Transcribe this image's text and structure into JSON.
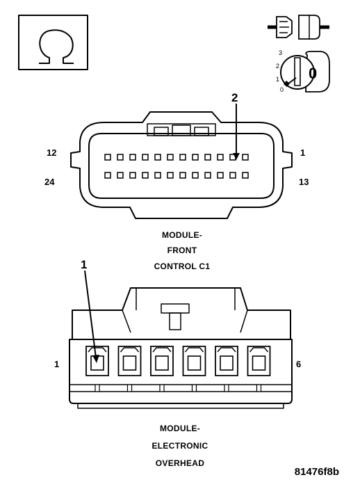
{
  "icons": {
    "test_mode": "ohm-meter-icon",
    "connector_state": "disconnected-connector-icon",
    "ignition_state": "ignition-key-off-icon"
  },
  "ignition": {
    "positions": [
      "3",
      "2",
      "1",
      "0"
    ],
    "key_text": "0"
  },
  "connector_c1": {
    "label_lines": [
      "MODULE-",
      "FRONT",
      "CONTROL C1"
    ],
    "pin_labels": {
      "top_left": "12",
      "top_right": "1",
      "bottom_left": "24",
      "bottom_right": "13"
    },
    "rows": 2,
    "pins_per_row": 12,
    "callout": "2"
  },
  "connector_overhead": {
    "label_lines": [
      "MODULE-",
      "ELECTRONIC",
      "OVERHEAD"
    ],
    "pin_labels": {
      "left": "1",
      "right": "6"
    },
    "cavities": 6,
    "callout": "1"
  },
  "figure_id": "81476f8b"
}
